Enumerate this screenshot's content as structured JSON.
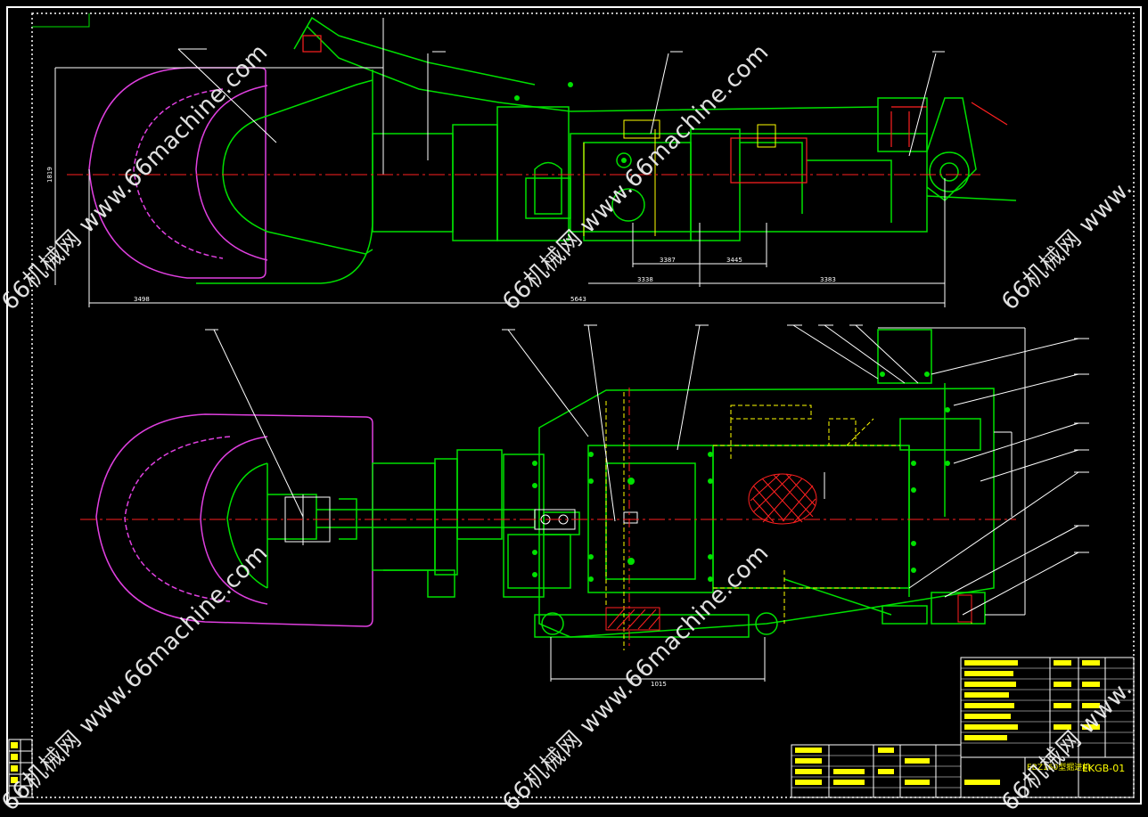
{
  "drawing": {
    "dimensions": {
      "top_overall": "5643",
      "top_left": "3498",
      "top_mid": "3338",
      "top_right": "3383",
      "top_inner_a": "3387",
      "top_inner_b": "3445",
      "top_vertical": "1819",
      "bottom_width": "1015"
    },
    "title_block": {
      "drawing_no": "EKGB-01",
      "name": "EBZ160型掘进机"
    },
    "colors": {
      "background": "#000000",
      "green": "#00e000",
      "magenta": "#e040e0",
      "red": "#ff2020",
      "yellow": "#ffff00",
      "white": "#ffffff",
      "cyan": "#00ffff"
    }
  },
  "watermarks": [
    "66机械网 www.66machine.com",
    "66机械网 www.66machine.com",
    "66机械网 www.",
    "66机械网 www.66machine.com",
    "66机械网 www.66machine.com",
    "66机械网 www."
  ]
}
